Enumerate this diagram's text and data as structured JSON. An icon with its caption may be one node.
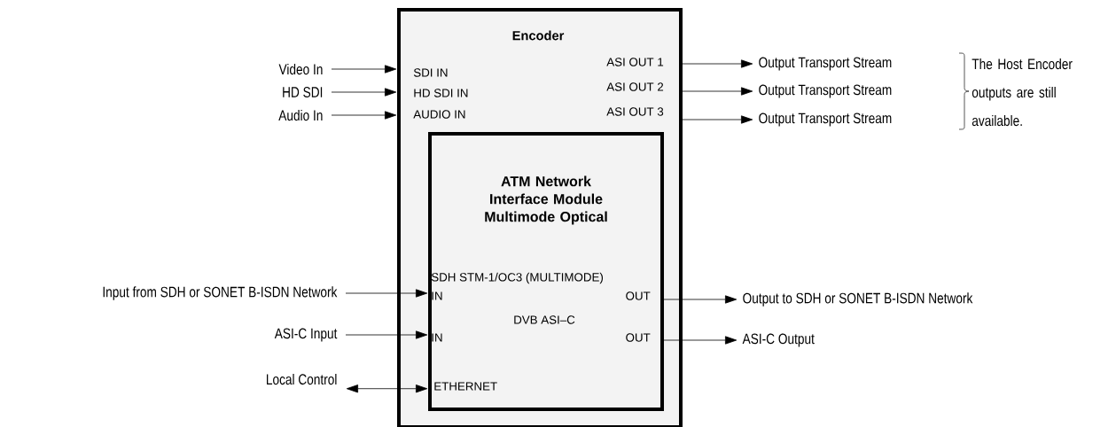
{
  "diagram": {
    "nodes": [
      {
        "text": [
          "Encoder"
        ]
      },
      {
        "text": [
          "ATM Network Interface Module Multimode Optical"
        ],
        "in": 0
      },
      {
        "text": [
          "Video In"
        ]
      },
      {
        "text": [
          "HD SDI"
        ]
      },
      {
        "text": [
          "Audio In"
        ]
      },
      {
        "text": [
          "Output Transport Stream"
        ]
      },
      {
        "text": [
          "Output Transport Stream"
        ]
      },
      {
        "text": [
          "Output Transport Stream"
        ]
      },
      {
        "text": [
          "Input from SDH or SONET B-ISDN Network"
        ]
      },
      {
        "text": [
          "ASI-C Input"
        ]
      },
      {
        "text": [
          "Local Control"
        ]
      },
      {
        "text": [
          "Output to SDH or SONET B-ISDN Network"
        ]
      },
      {
        "text": [
          "ASI-C Output"
        ]
      }
    ],
    "edges": [
      {
        "from": 2,
        "to": 0,
        "arrow": "to"
      },
      {
        "from": 3,
        "to": 0,
        "arrow": "to"
      },
      {
        "from": 4,
        "to": 0,
        "arrow": "to"
      },
      {
        "from": 0,
        "to": 5,
        "arrow": "to"
      },
      {
        "from": 0,
        "to": 6,
        "arrow": "to"
      },
      {
        "from": 0,
        "to": 7,
        "arrow": "to"
      },
      {
        "from": 8,
        "to": 1,
        "arrow": "to"
      },
      {
        "from": 9,
        "to": 1,
        "arrow": "to"
      },
      {
        "from": 10,
        "to": 1,
        "arrow": "both"
      },
      {
        "from": 1,
        "to": 11,
        "arrow": "to"
      },
      {
        "from": 1,
        "to": 12,
        "arrow": "to"
      }
    ],
    "labels": [
      "SDI IN",
      "HD SDI IN",
      "AUDIO IN",
      "ASI OUT 1",
      "ASI OUT 2",
      "ASI OUT 3",
      "The Host Encoder outputs are still available.",
      "SDH STM-1/OC3 (MULTIMODE)",
      "IN",
      "OUT",
      "DVB ASI–C",
      "IN",
      "OUT",
      "ETHERNET"
    ]
  }
}
